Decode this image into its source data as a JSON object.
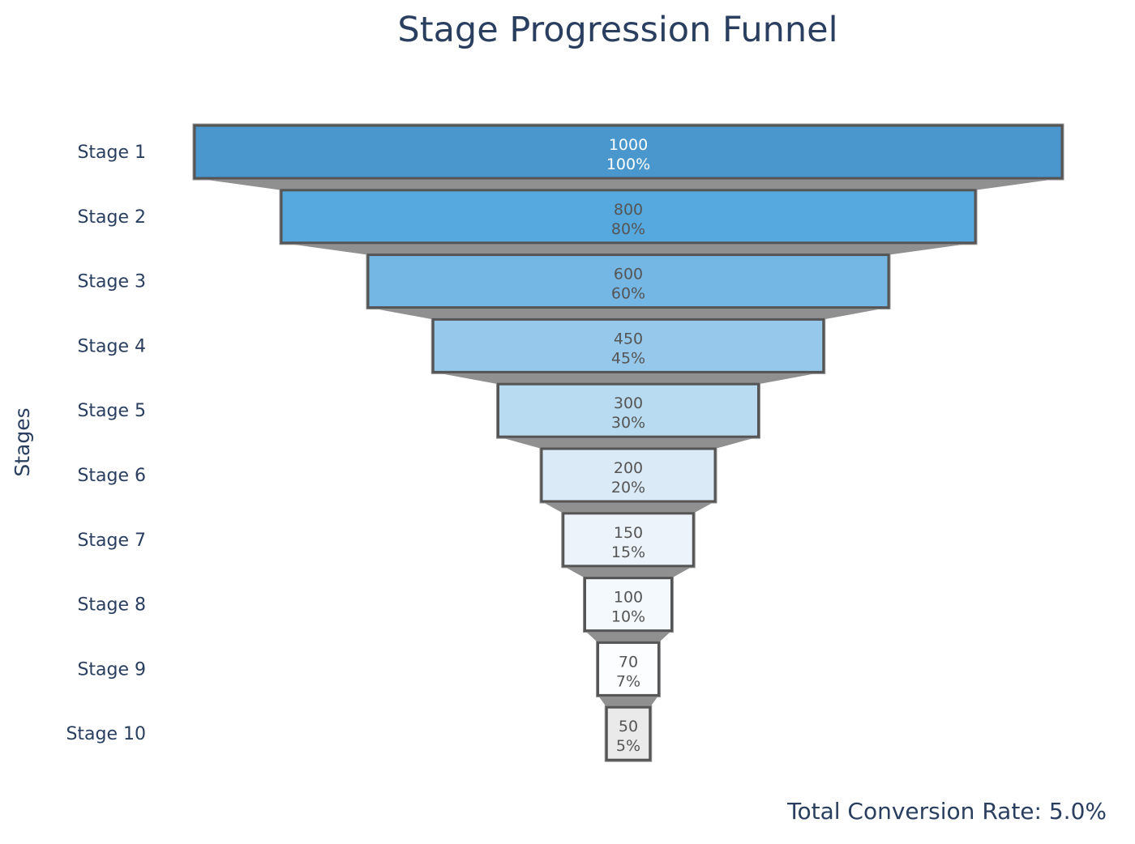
{
  "title": "Stage Progression Funnel",
  "y_axis_label": "Stages",
  "footer": "Total Conversion Rate: 5.0%",
  "chart_data": {
    "type": "funnel",
    "title": "Stage Progression Funnel",
    "ylabel": "Stages",
    "categories": [
      "Stage 1",
      "Stage 2",
      "Stage 3",
      "Stage 4",
      "Stage 5",
      "Stage 6",
      "Stage 7",
      "Stage 8",
      "Stage 9",
      "Stage 10"
    ],
    "values": [
      1000,
      800,
      600,
      450,
      300,
      200,
      150,
      100,
      70,
      50
    ],
    "value_labels": [
      "1000",
      "800",
      "600",
      "450",
      "300",
      "200",
      "150",
      "100",
      "70",
      "50"
    ],
    "percent_labels": [
      "100%",
      "80%",
      "60%",
      "45%",
      "30%",
      "20%",
      "15%",
      "10%",
      "7%",
      "5%"
    ],
    "total_conversion_rate": "5.0%",
    "legend": "none",
    "grid": false,
    "bar_colors": [
      "#4997cc",
      "#55a9de",
      "#74b6e4",
      "#95c8eb",
      "#b9dbf1",
      "#dbeaf7",
      "#ecf3fb",
      "#f4f9fd",
      "#fcfdfe",
      "#eaeaea"
    ],
    "bar_label_colors": [
      "#ffffff",
      "#555555",
      "#555555",
      "#555555",
      "#555555",
      "#555555",
      "#555555",
      "#555555",
      "#555555",
      "#555555"
    ],
    "bar_border_color": "#555555",
    "connector_color": "#909090",
    "text_color_navy": "#2a3f5f"
  }
}
